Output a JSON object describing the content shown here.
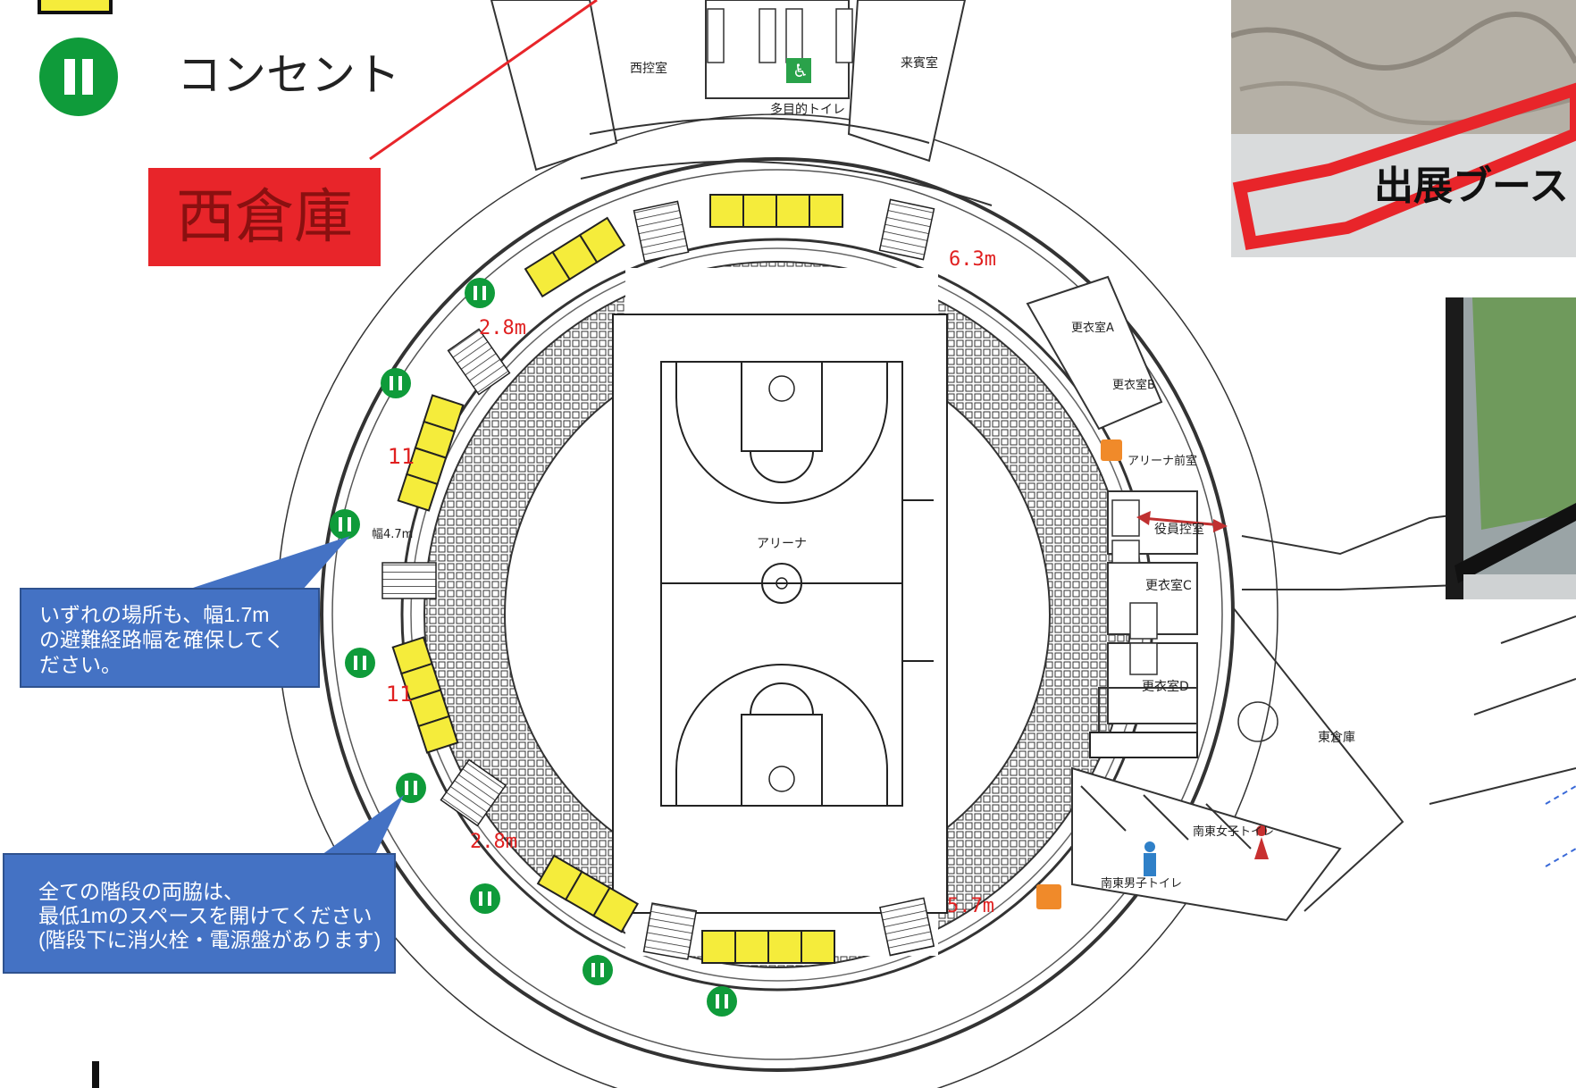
{
  "legend": {
    "outlet_label": "コンセント"
  },
  "callouts": {
    "west_storage": "西倉庫",
    "evacuation": [
      "いずれの場所も、幅1.7m",
      "の避難経路幅を確保してく",
      "ださい。"
    ],
    "stairs": [
      "全ての階段の両脇は、",
      "最低1mのスペースを開けてください",
      "(階段下に消火栓・電源盤があります)"
    ]
  },
  "photos": {
    "booth_label": "出展ブース"
  },
  "rooms": {
    "west_waiting": "西控室",
    "guest": "来賓室",
    "multi_toilet": "多目的トイレ",
    "locker_a": "更衣室A",
    "locker_b": "更衣室B",
    "arena_front": "アリーナ前室",
    "officials": "役員控室",
    "locker_c": "更衣室C",
    "locker_d": "更衣室D",
    "east_storage": "東倉庫",
    "se_women": "南東女子トイレ",
    "se_men": "南東男子トイレ",
    "arena": "アリーナ"
  },
  "dimensions": {
    "top_right": "6.3m",
    "upper_left": "2.8m",
    "lower_left": "2.8m",
    "bottom_right": "5.7m",
    "west_width": "幅4.7m",
    "booth_num_1": "11",
    "booth_num_2": "11"
  },
  "colors": {
    "booth": "#f5ec3b",
    "outlet": "#0f9b3a",
    "storage_label": "#e8252a",
    "callout": "#4472c4",
    "dimension_text": "#e02020"
  }
}
